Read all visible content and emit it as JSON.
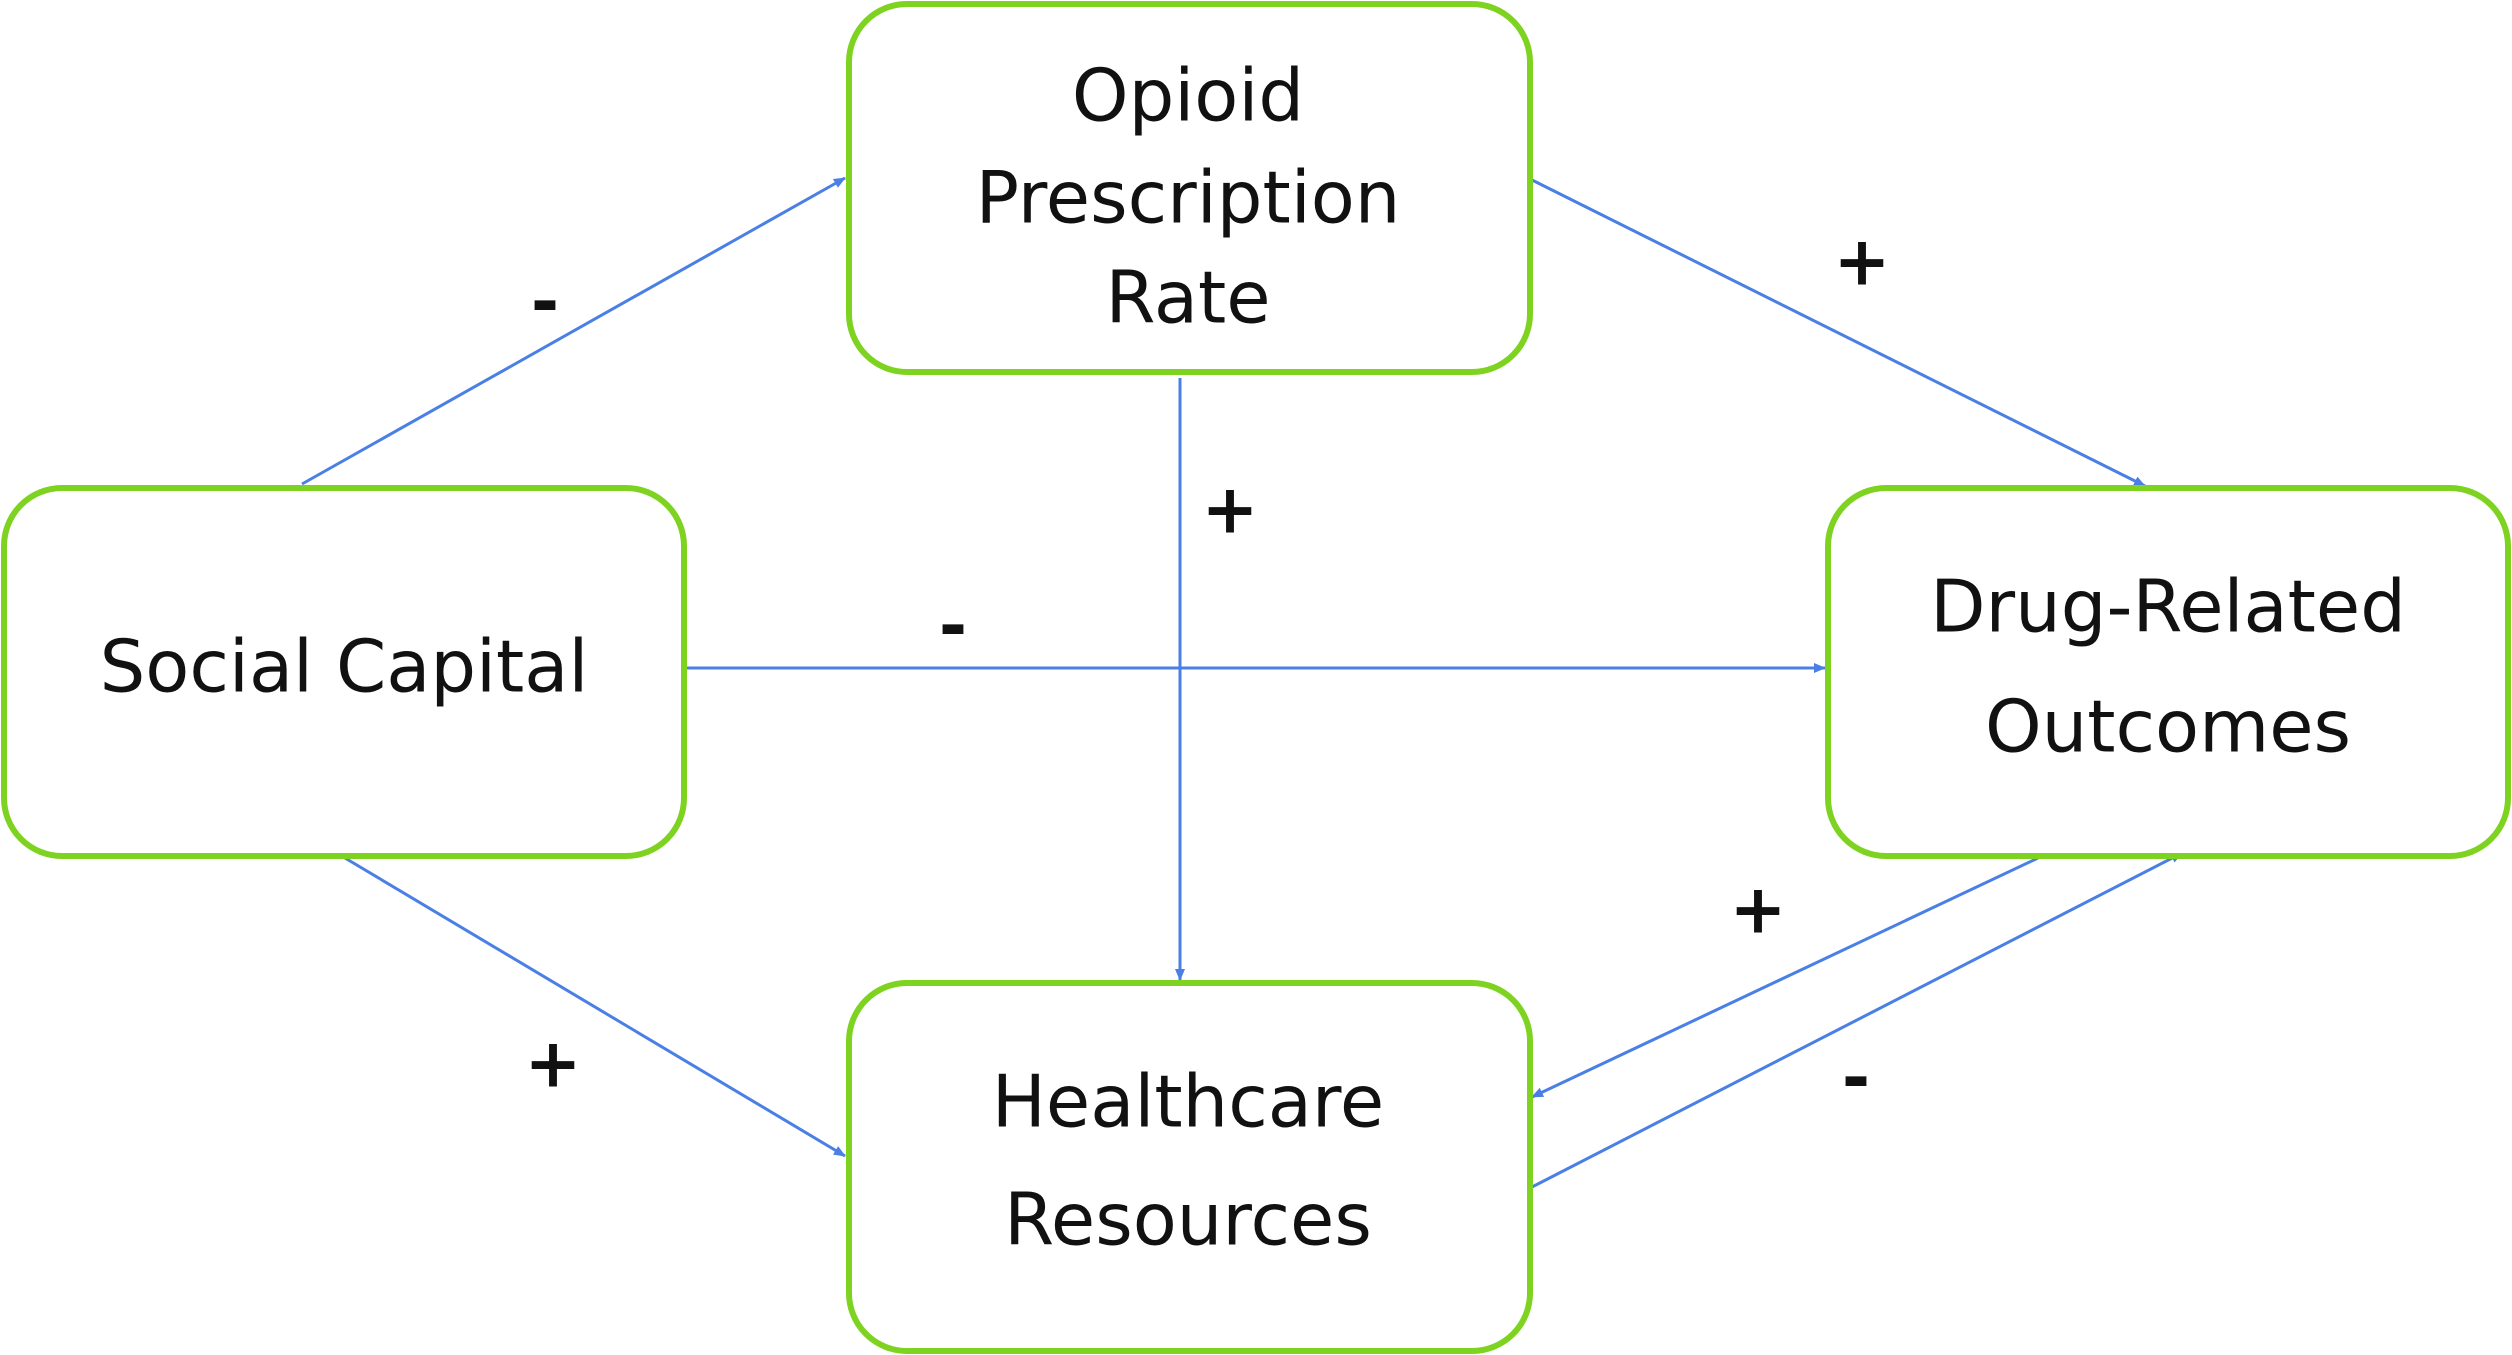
{
  "colors": {
    "node_border": "#7ed321",
    "edge": "#4a7fe6",
    "text": "#111111",
    "background": "#ffffff"
  },
  "nodes": {
    "opioid": {
      "lines": [
        "Opioid",
        "Prescription",
        "Rate"
      ]
    },
    "social": {
      "lines": [
        "Social Capital"
      ]
    },
    "drug": {
      "lines": [
        "Drug-Related",
        "Outcomes"
      ]
    },
    "health": {
      "lines": [
        "Healthcare",
        "Resources"
      ]
    }
  },
  "edges": {
    "social_to_opioid": {
      "sign": "-"
    },
    "opioid_to_drug": {
      "sign": "+"
    },
    "opioid_to_health": {
      "sign": "+"
    },
    "social_to_drug": {
      "sign": "-"
    },
    "social_to_health": {
      "sign": "+"
    },
    "drug_to_health": {
      "sign": "+"
    },
    "health_to_drug": {
      "sign": "-"
    }
  }
}
